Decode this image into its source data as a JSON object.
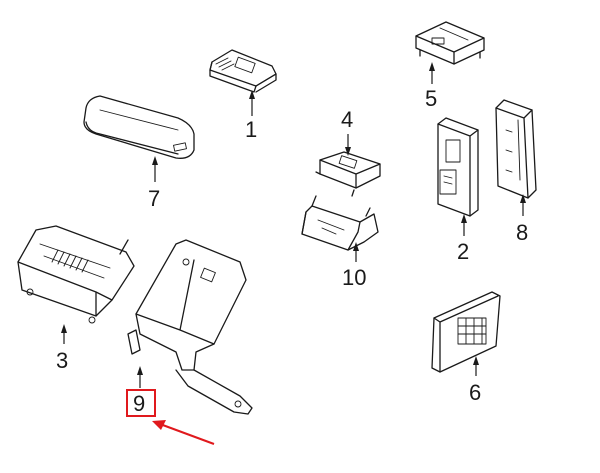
{
  "callouts": [
    {
      "id": "1",
      "label": "1"
    },
    {
      "id": "2",
      "label": "2"
    },
    {
      "id": "3",
      "label": "3"
    },
    {
      "id": "4",
      "label": "4"
    },
    {
      "id": "5",
      "label": "5"
    },
    {
      "id": "6",
      "label": "6"
    },
    {
      "id": "7",
      "label": "7"
    },
    {
      "id": "8",
      "label": "8"
    },
    {
      "id": "9",
      "label": "9"
    },
    {
      "id": "10",
      "label": "10"
    }
  ],
  "highlight": {
    "part": "9",
    "color": "#e0191d"
  }
}
